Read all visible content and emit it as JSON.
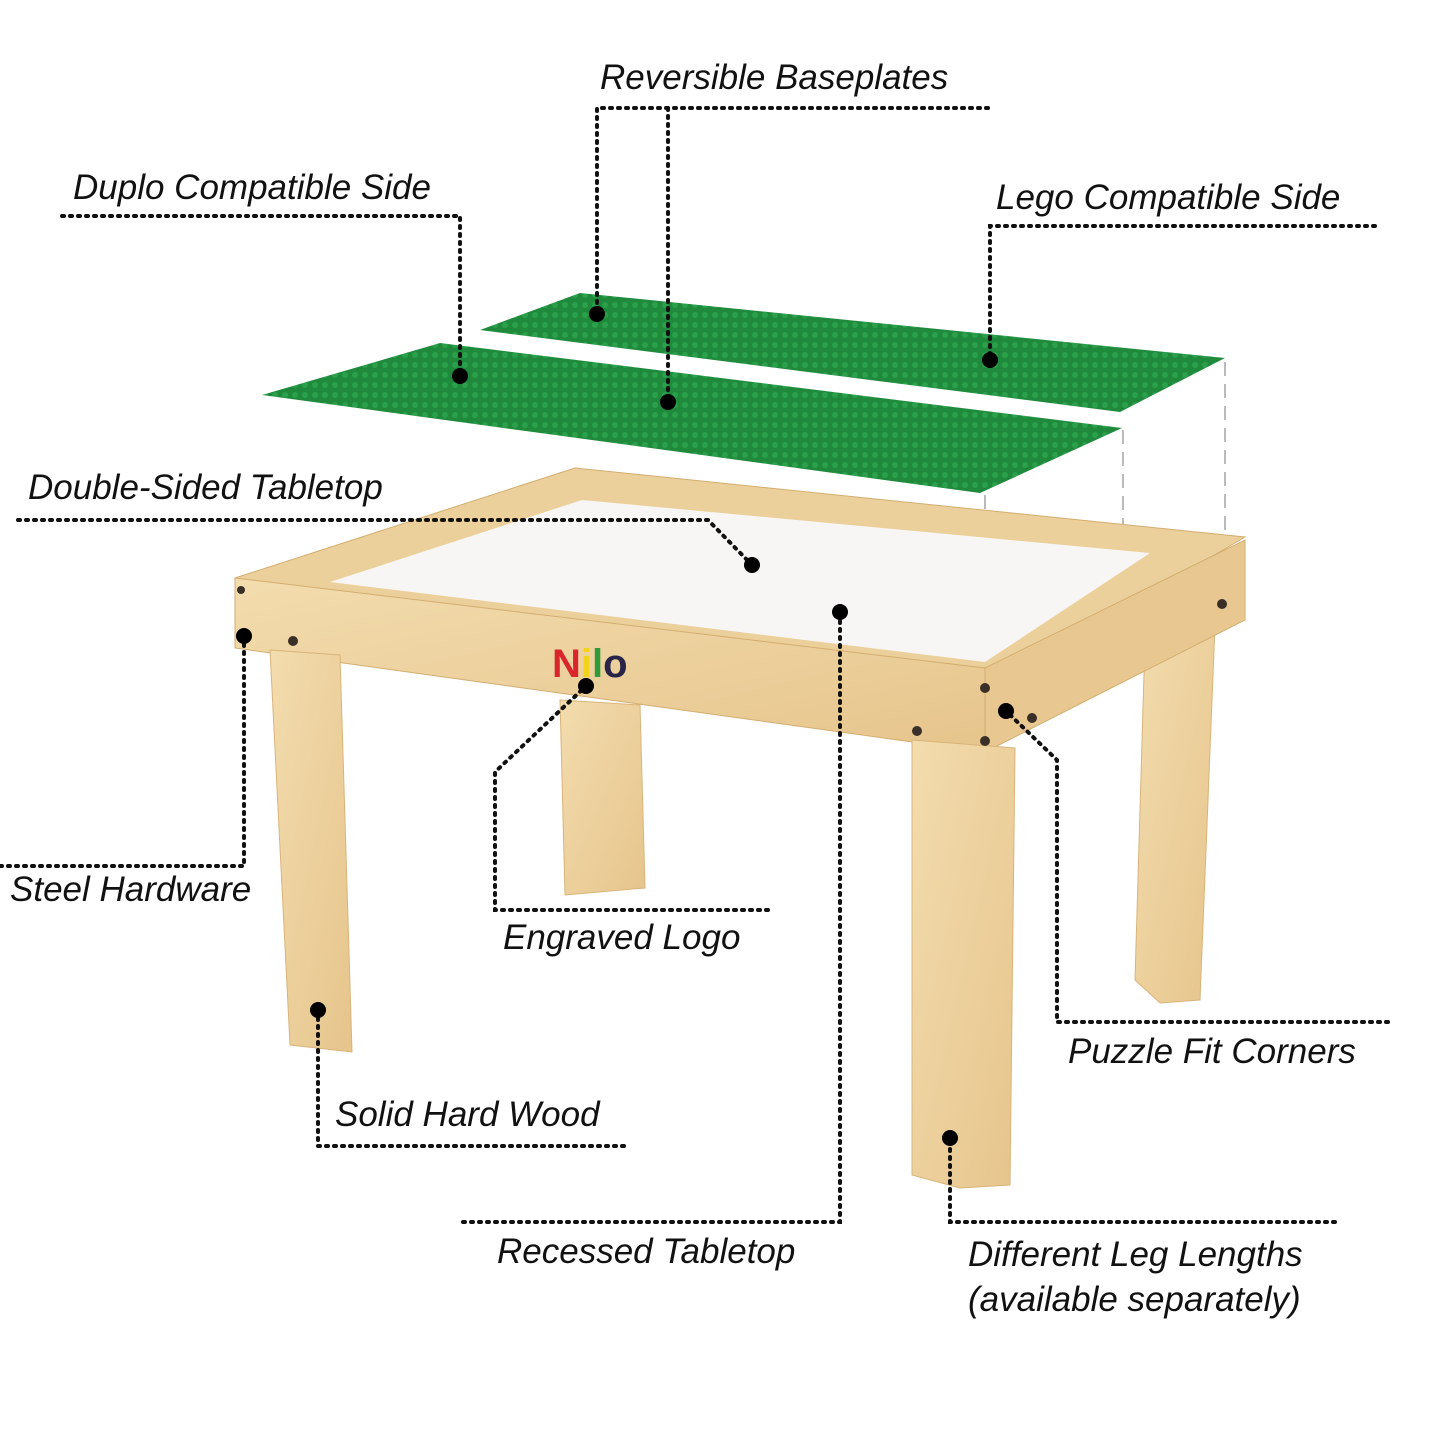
{
  "logo": {
    "text": "Nilo",
    "letter_colors": [
      "#d8262c",
      "#f2d21b",
      "#2f9a3a",
      "#2a2448"
    ]
  },
  "colors": {
    "baseplate": "#1f8a3c",
    "wood": "#efd3a0",
    "tabletop": "#f7f6f4",
    "callout": "#111111"
  },
  "callouts": {
    "reversible_baseplates": "Reversible Baseplates",
    "duplo_side": "Duplo Compatible Side",
    "lego_side": "Lego Compatible Side",
    "double_sided_tabletop": "Double-Sided Tabletop",
    "steel_hardware": "Steel Hardware",
    "engraved_logo": "Engraved Logo",
    "solid_hard_wood": "Solid Hard Wood",
    "recessed_tabletop": "Recessed Tabletop",
    "puzzle_fit_corners": "Puzzle Fit Corners",
    "leg_lengths_line1": "Different Leg Lengths",
    "leg_lengths_line2": "(available separately)"
  }
}
